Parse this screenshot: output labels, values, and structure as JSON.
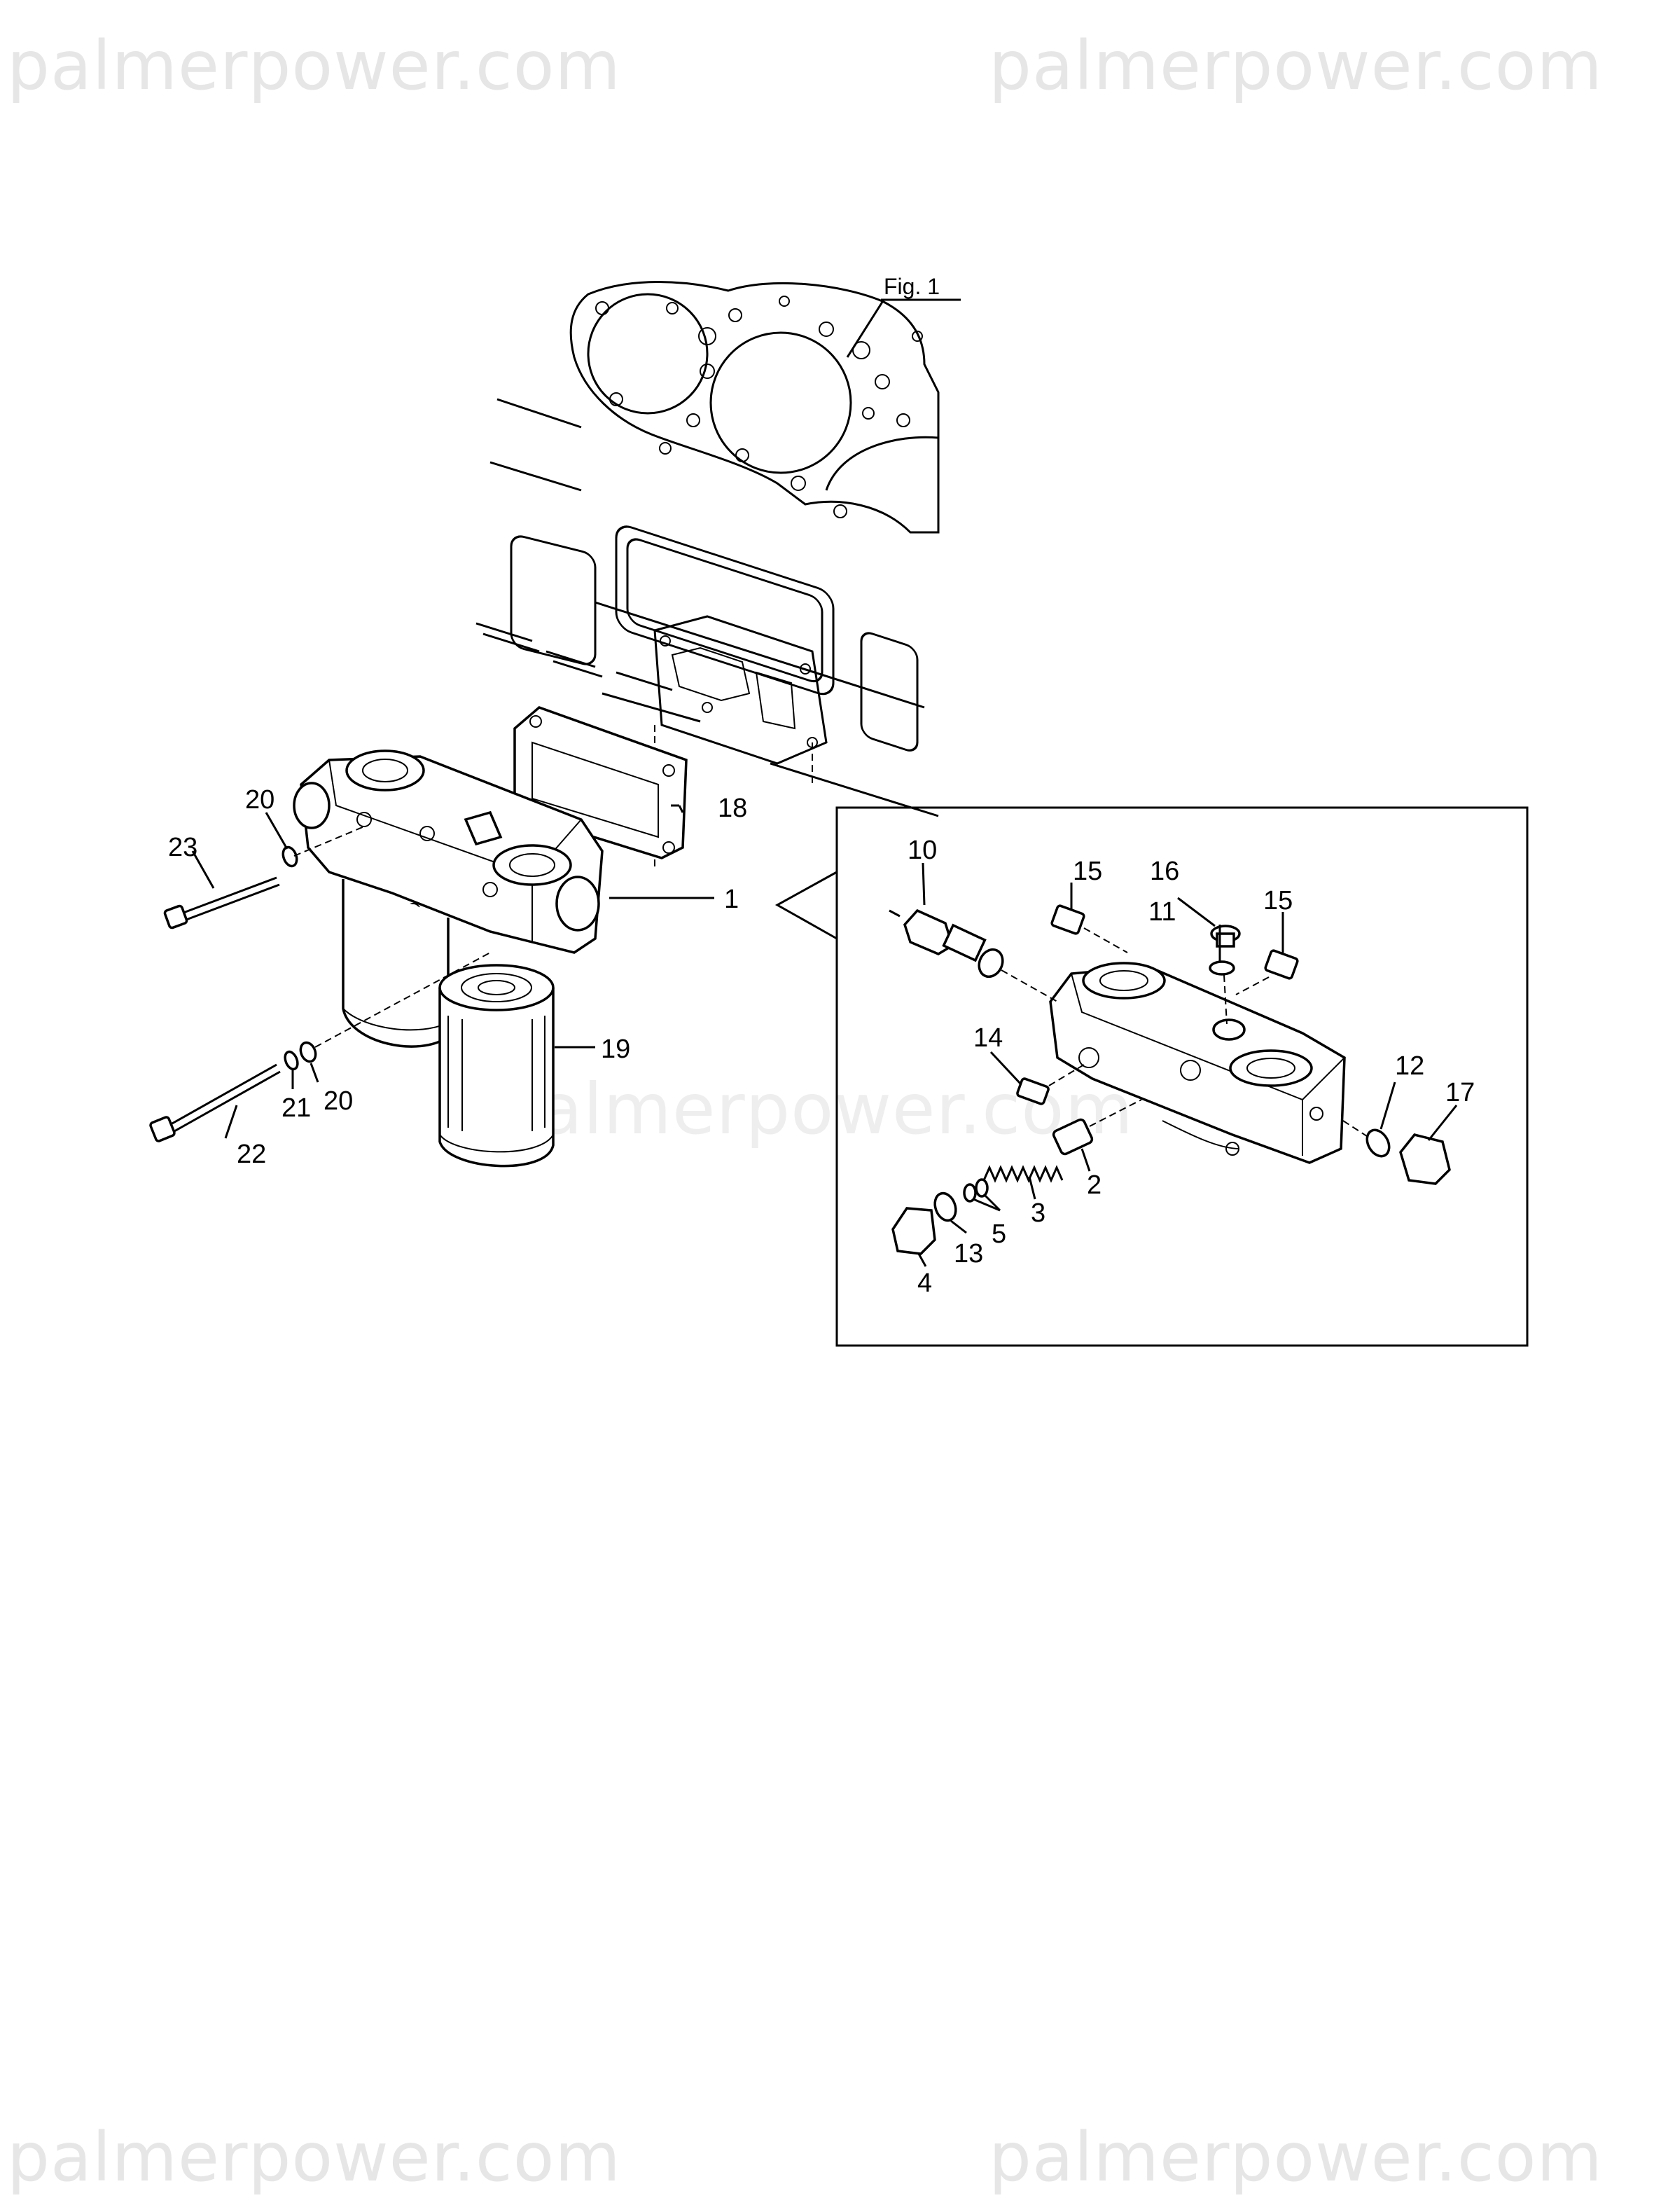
{
  "watermarks": {
    "top_left": "palmerpower.com",
    "top_right": "palmerpower.com",
    "center": "palmerpower.com",
    "bottom_left": "palmerpower.com",
    "bottom_right": "palmerpower.com"
  },
  "figure_label": "Fig. 1",
  "callouts": {
    "c1": "1",
    "c2": "2",
    "c3": "3",
    "c4": "4",
    "c5": "5",
    "c10": "10",
    "c11": "11",
    "c12": "12",
    "c13": "13",
    "c14": "14",
    "c15a": "15",
    "c15b": "15",
    "c16": "16",
    "c17": "17",
    "c18": "18",
    "c19": "19",
    "c20a": "20",
    "c20b": "20",
    "c21": "21",
    "c22": "22",
    "c23": "23"
  }
}
